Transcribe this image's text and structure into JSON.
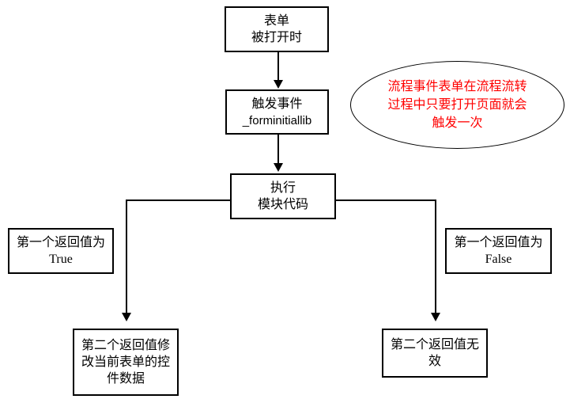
{
  "colors": {
    "background": "#ffffff",
    "border": "#000000",
    "text": "#000000",
    "annotation_text": "#ff0000"
  },
  "nodes": {
    "form_opened": {
      "lines": [
        "表单",
        "被打开时"
      ]
    },
    "trigger_event": {
      "lines": [
        "触发事件",
        "_forminitiallib"
      ]
    },
    "execute_module": {
      "lines": [
        "执行",
        "模块代码"
      ]
    },
    "first_return_true": {
      "lines": [
        "第一个返回值为",
        "True"
      ]
    },
    "first_return_false": {
      "lines": [
        "第一个返回值为",
        "False"
      ]
    },
    "second_return_modify": {
      "lines": [
        "第二个返回值修",
        "改当前表单的控",
        "件数据"
      ]
    },
    "second_return_invalid": {
      "lines": [
        "第二个返回值无",
        "效"
      ]
    }
  },
  "annotation": {
    "lines": [
      "流程事件表单在流程流转",
      "过程中只要打开页面就会",
      "触发一次"
    ]
  }
}
